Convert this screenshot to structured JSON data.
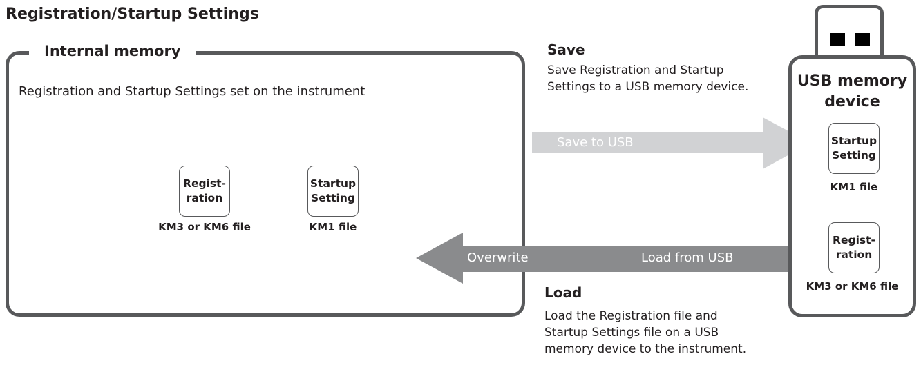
{
  "title": "Registration/Startup Settings",
  "internal_memory": {
    "label": "Internal memory",
    "description": "Registration and Startup Settings set on the instrument",
    "files": [
      {
        "icon_text_1": "Regist-",
        "icon_text_2": "ration",
        "caption": "KM3 or KM6 file"
      },
      {
        "icon_text_1": "Startup",
        "icon_text_2": "Setting",
        "caption": "KM1 file"
      }
    ]
  },
  "usb": {
    "title_1": "USB memory",
    "title_2": "device",
    "files": [
      {
        "icon_text_1": "Startup",
        "icon_text_2": "Setting",
        "caption": "KM1 file"
      },
      {
        "icon_text_1": "Regist-",
        "icon_text_2": "ration",
        "caption": "KM3 or KM6 file"
      }
    ]
  },
  "save": {
    "heading": "Save",
    "description": "Save Registration and Startup Settings to a USB memory device.",
    "arrow_label": "Save to USB"
  },
  "load": {
    "heading": "Load",
    "description": "Load the Registration file and Startup Settings file on a USB memory device to the instrument.",
    "arrow_label_left": "Overwrite",
    "arrow_label_right": "Load from USB"
  },
  "colors": {
    "border": "#58595b",
    "save_arrow": "#d1d2d4",
    "load_arrow": "#8a8b8d",
    "usb_hole": "#000000"
  }
}
